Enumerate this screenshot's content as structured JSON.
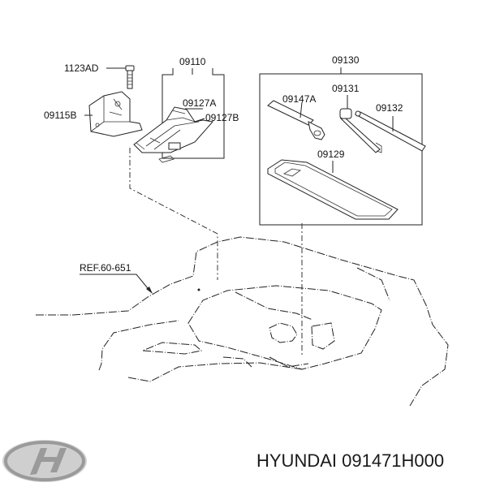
{
  "labels": {
    "bolt": "1123AD",
    "jack_assembly": "09110",
    "bracket": "09115B",
    "jack_part_a": "09127A",
    "jack_part_b": "09127B",
    "tool_kit": "09130",
    "tool_a": "09147A",
    "wrench": "09131",
    "handle": "09132",
    "tool_bag": "09129",
    "reference": "REF.60-651"
  },
  "caption": "HYUNDAI 091471H000",
  "logo": {
    "icon": "hyundai-logo-icon"
  }
}
